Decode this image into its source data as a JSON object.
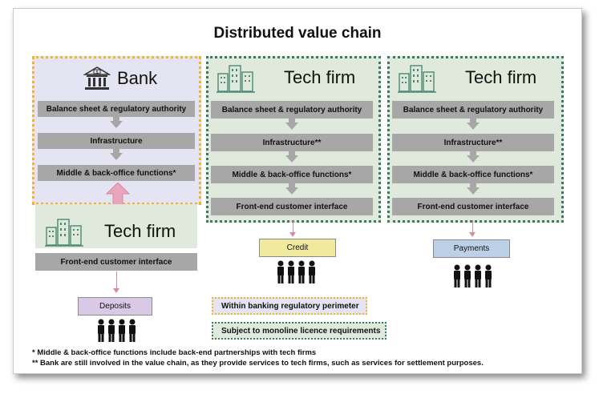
{
  "title": "Distributed value chain",
  "bank_column": {
    "heading": "Bank",
    "rows": [
      "Balance sheet & regulatory authority",
      "Infrastructure",
      "Middle & back-office functions*"
    ],
    "lower_heading": "Tech firm",
    "lower_row": "Front-end customer interface",
    "output": "Deposits"
  },
  "tech_column_1": {
    "heading": "Tech firm",
    "rows": [
      "Balance sheet & regulatory authority",
      "Infrastructure**",
      "Middle & back-office functions*",
      "Front-end customer interface"
    ],
    "output": "Credit"
  },
  "tech_column_2": {
    "heading": "Tech firm",
    "rows": [
      "Balance sheet & regulatory authority",
      "Infrastructure**",
      "Middle & back-office functions*",
      "Front-end customer interface"
    ],
    "output": "Payments"
  },
  "legend": {
    "banking": "Within banking regulatory perimeter",
    "monoline": "Subject to monoline licence requirements"
  },
  "footnotes": [
    "* Middle & back-office functions include back-end partnerships with tech firms",
    "** Bank are still involved in the value chain, as they provide services to tech firms, such as services for settlement purposes."
  ],
  "colors": {
    "bank_panel": "#e4e4f2",
    "tech_panel": "#dfeadc",
    "bank_border": "#f2b42a",
    "tech_border": "#3c7a64",
    "bar": "#a7a7a7",
    "deposits_tag": "#d9c9e6",
    "credit_tag": "#f0ea9e",
    "payments_tag": "#bcd1e8",
    "arrow_pink": "#d98aa8"
  },
  "icons": [
    "bank-building-icon",
    "office-buildings-icon",
    "people-group-icon"
  ]
}
